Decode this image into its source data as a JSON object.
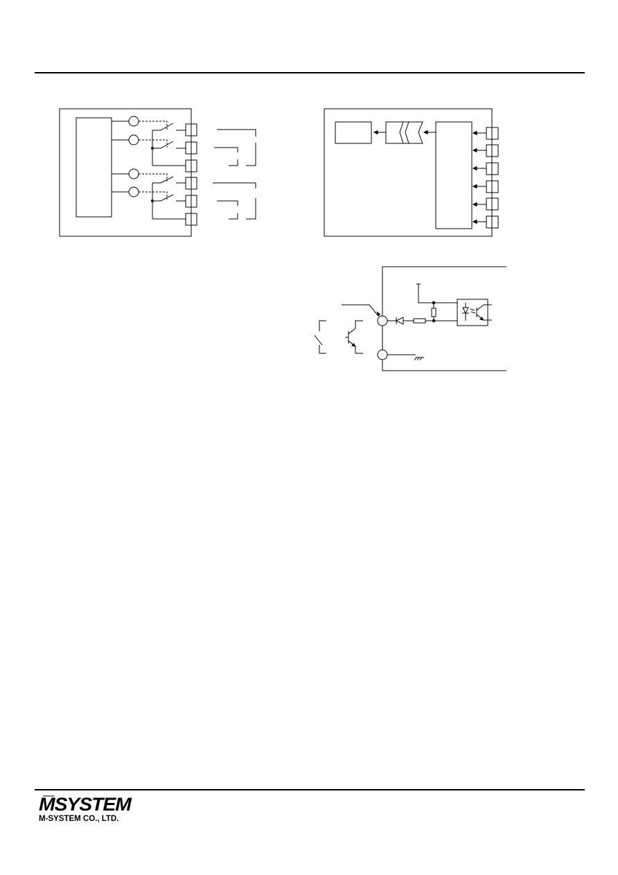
{
  "page": {
    "header_rule": true,
    "footer_rule": true
  },
  "footer": {
    "logo_text": "M̅SYSTEM",
    "company_name": "M-SYSTEM CO., LTD."
  },
  "diagrams": {
    "relay_output": {
      "relay_contacts": 4,
      "terminals": 6
    },
    "contact_input": {
      "terminals": 6
    },
    "input_circuit": {
      "terminals": 2
    }
  }
}
